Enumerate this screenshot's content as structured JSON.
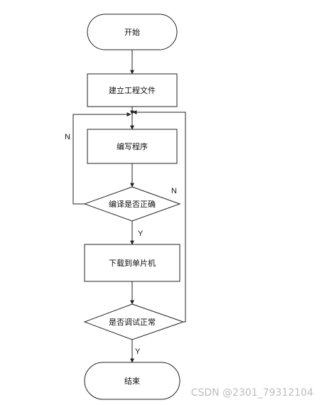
{
  "nodes": {
    "start": "开始",
    "create_project": "建立工程文件",
    "write_program": "编写程序",
    "compile_ok": "编译是否正确",
    "download": "下载到单片机",
    "debug_ok": "是否调试正常",
    "end": "结束"
  },
  "edges": {
    "compile_no": "N",
    "compile_yes": "Y",
    "debug_no": "N",
    "debug_yes": "Y"
  },
  "watermark": "CSDN @2301_79312104"
}
